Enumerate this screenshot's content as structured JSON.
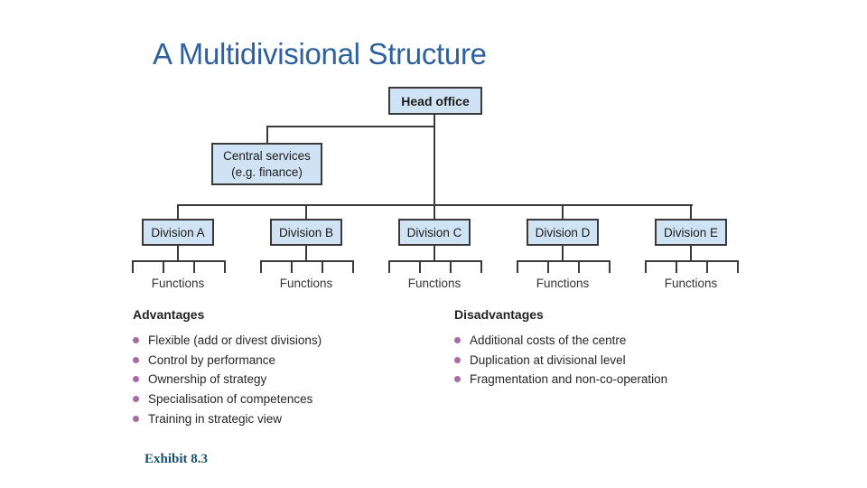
{
  "slide": {
    "title": "A Multidivisional Structure",
    "exhibit_label": "Exhibit 8.3"
  },
  "org_chart": {
    "head_office": "Head office",
    "central_services_line1": "Central services",
    "central_services_line2": "(e.g. finance)",
    "divisions": [
      "Division A",
      "Division B",
      "Division C",
      "Division D",
      "Division E"
    ],
    "functions_label": "Functions"
  },
  "advantages": {
    "header": "Advantages",
    "items": [
      "Flexible (add or divest divisions)",
      "Control by performance",
      "Ownership of strategy",
      "Specialisation of competences",
      "Training in strategic view"
    ]
  },
  "disadvantages": {
    "header": "Disadvantages",
    "items": [
      "Additional costs of the centre",
      "Duplication at divisional level",
      "Fragmentation and non-co-operation"
    ]
  },
  "colors": {
    "title_blue": "#2e619f",
    "box_fill": "#cfe3f4",
    "line_dark": "#3a3a3a",
    "bullet_mauve": "#a96ba2",
    "exhibit_blue": "#1b506b"
  }
}
